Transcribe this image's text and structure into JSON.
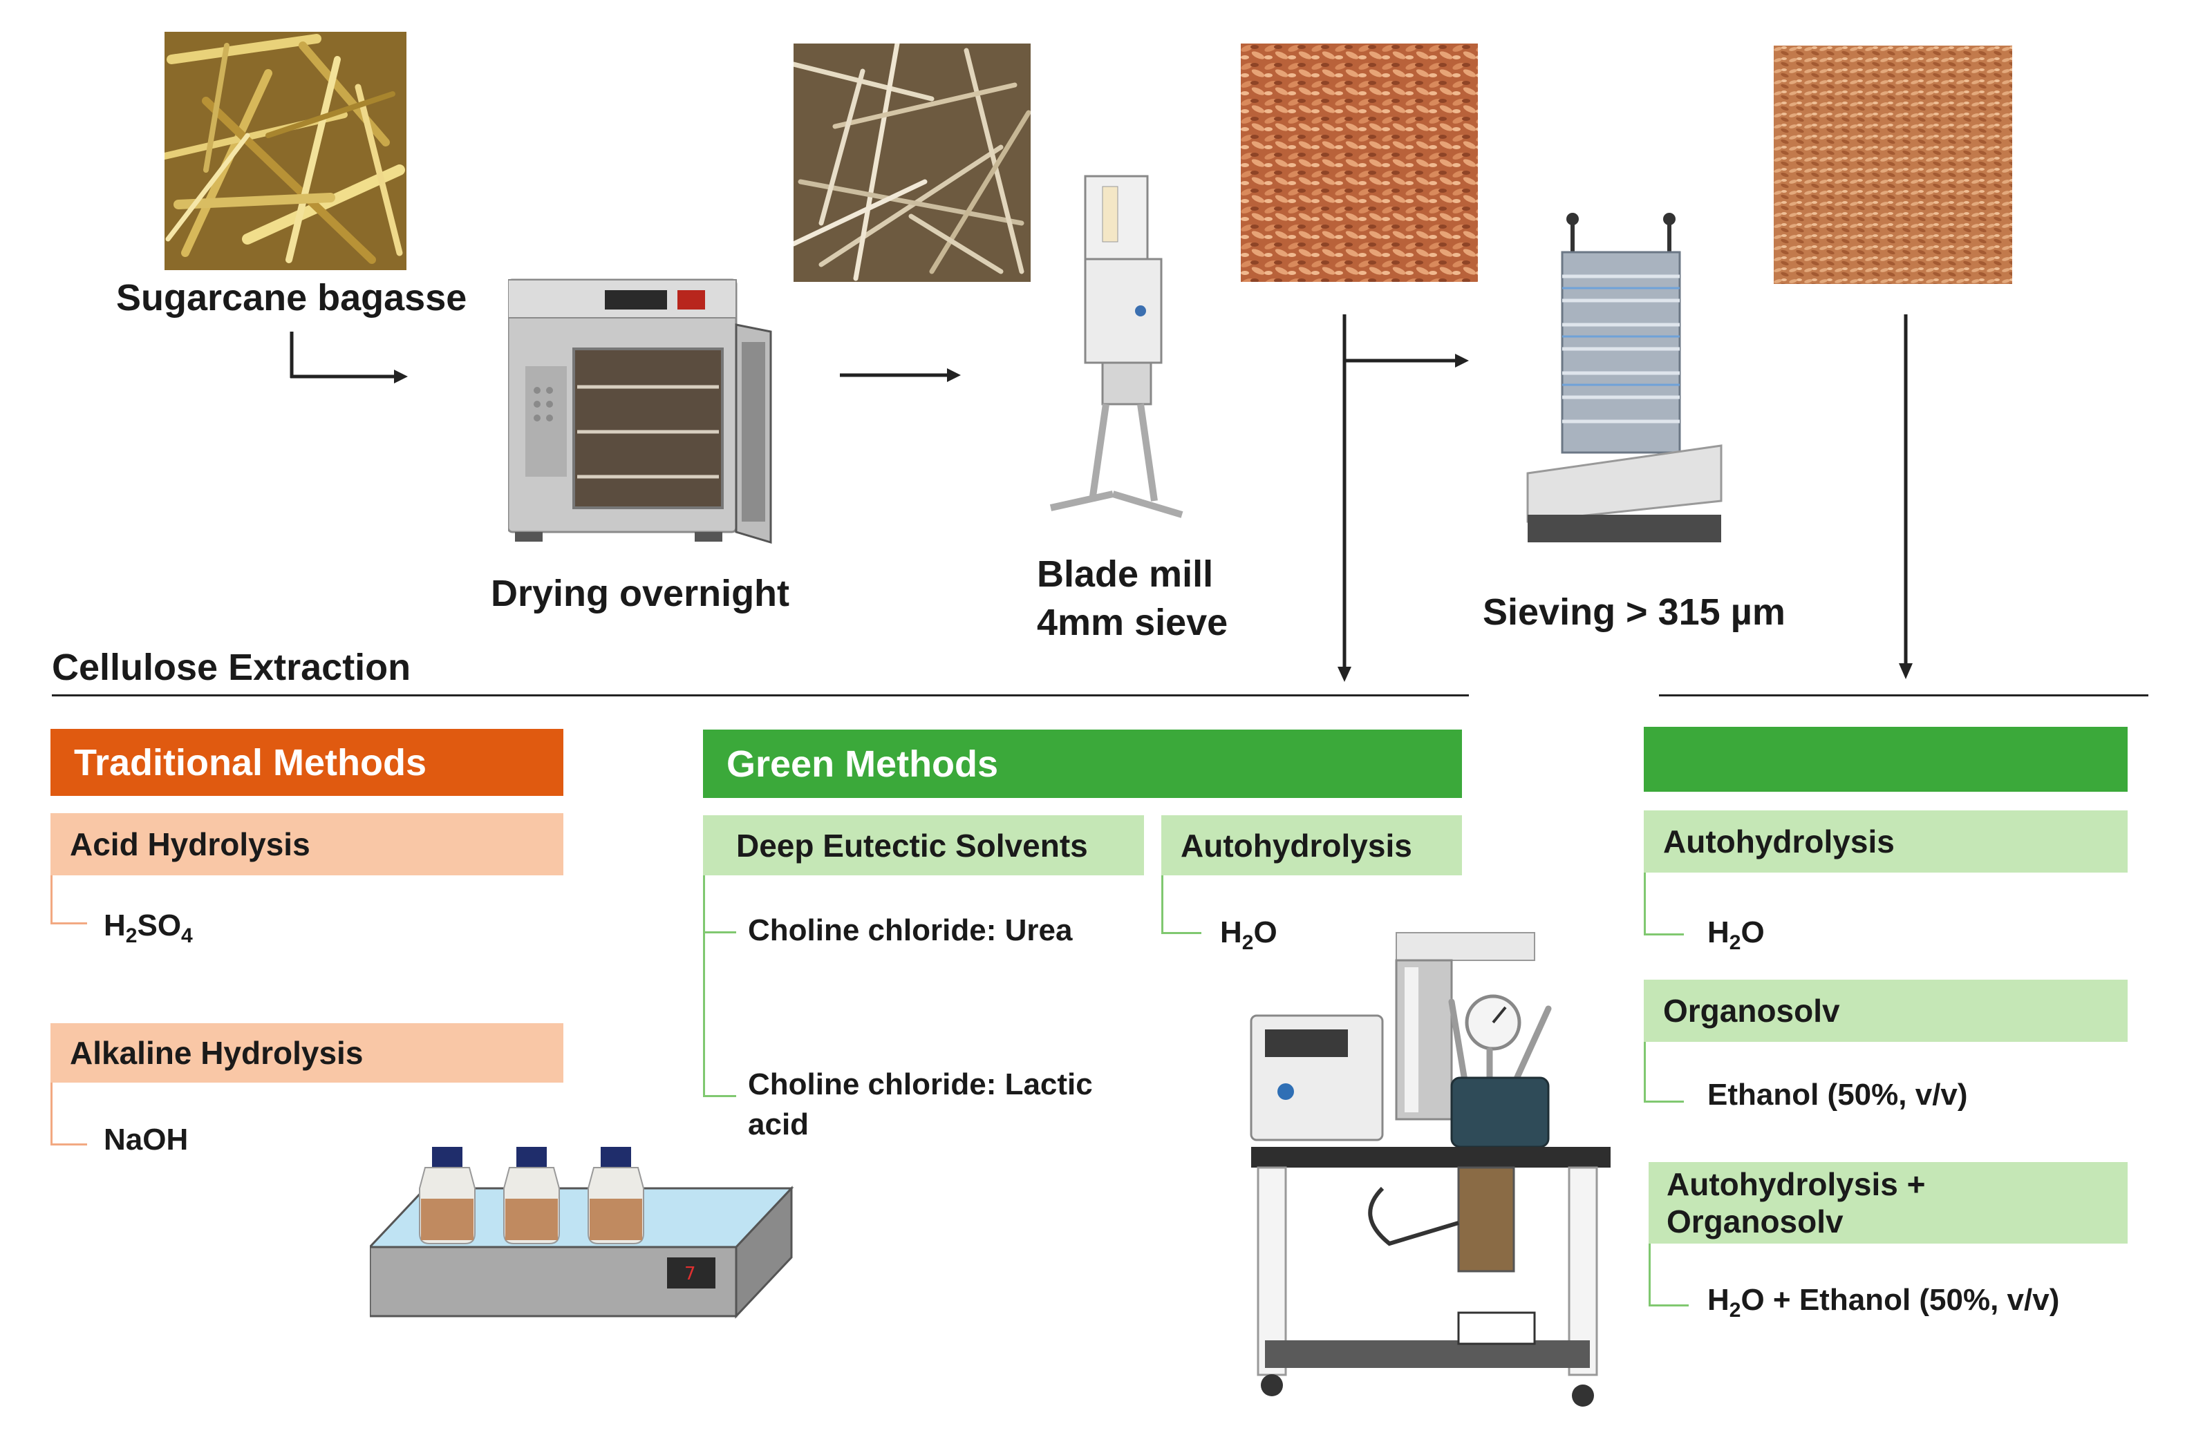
{
  "process": {
    "bagasse_label": "Sugarcane bagasse",
    "drying_label": "Drying overnight",
    "blade_mill_line1": "Blade mill",
    "blade_mill_line2": "4mm sieve",
    "sieving_label": "Sieving > 315 µm",
    "section_title": "Cellulose Extraction"
  },
  "traditional": {
    "header": "Traditional Methods",
    "header_color": "#e05a10",
    "sub_color": "#f9c7a6",
    "groups": [
      {
        "title": "Acid  Hydrolysis",
        "item_main": "H",
        "item_sub": "2",
        "item_main2": "SO",
        "item_sub2": "4"
      },
      {
        "title": "Alkaline Hydrolysis",
        "item": "NaOH"
      }
    ]
  },
  "green": {
    "header": "Green Methods",
    "header_color": "#3ba93a",
    "sub_color": "#c5e7b6",
    "des": {
      "title": "Deep  Eutectic  Solvents",
      "items": [
        "Choline chloride: Urea",
        "Choline chloride: Lactic",
        "acid"
      ]
    },
    "auto": {
      "title": "Autohydrolysis",
      "item_main": "H",
      "item_sub": "2",
      "item_main2": "O"
    }
  },
  "right": {
    "header": "",
    "groups": [
      {
        "title": "Autohydrolysis",
        "item_main": "H",
        "item_sub": "2",
        "item_main2": "O"
      },
      {
        "title": "Organosolv",
        "item": "Ethanol (50%, v/v)"
      },
      {
        "title_line1": "Autohydrolysis  +",
        "title_line2": "Organosolv",
        "item_main": "H",
        "item_sub": "2",
        "item_main2": "O + Ethanol (50%, v/v)"
      }
    ]
  }
}
